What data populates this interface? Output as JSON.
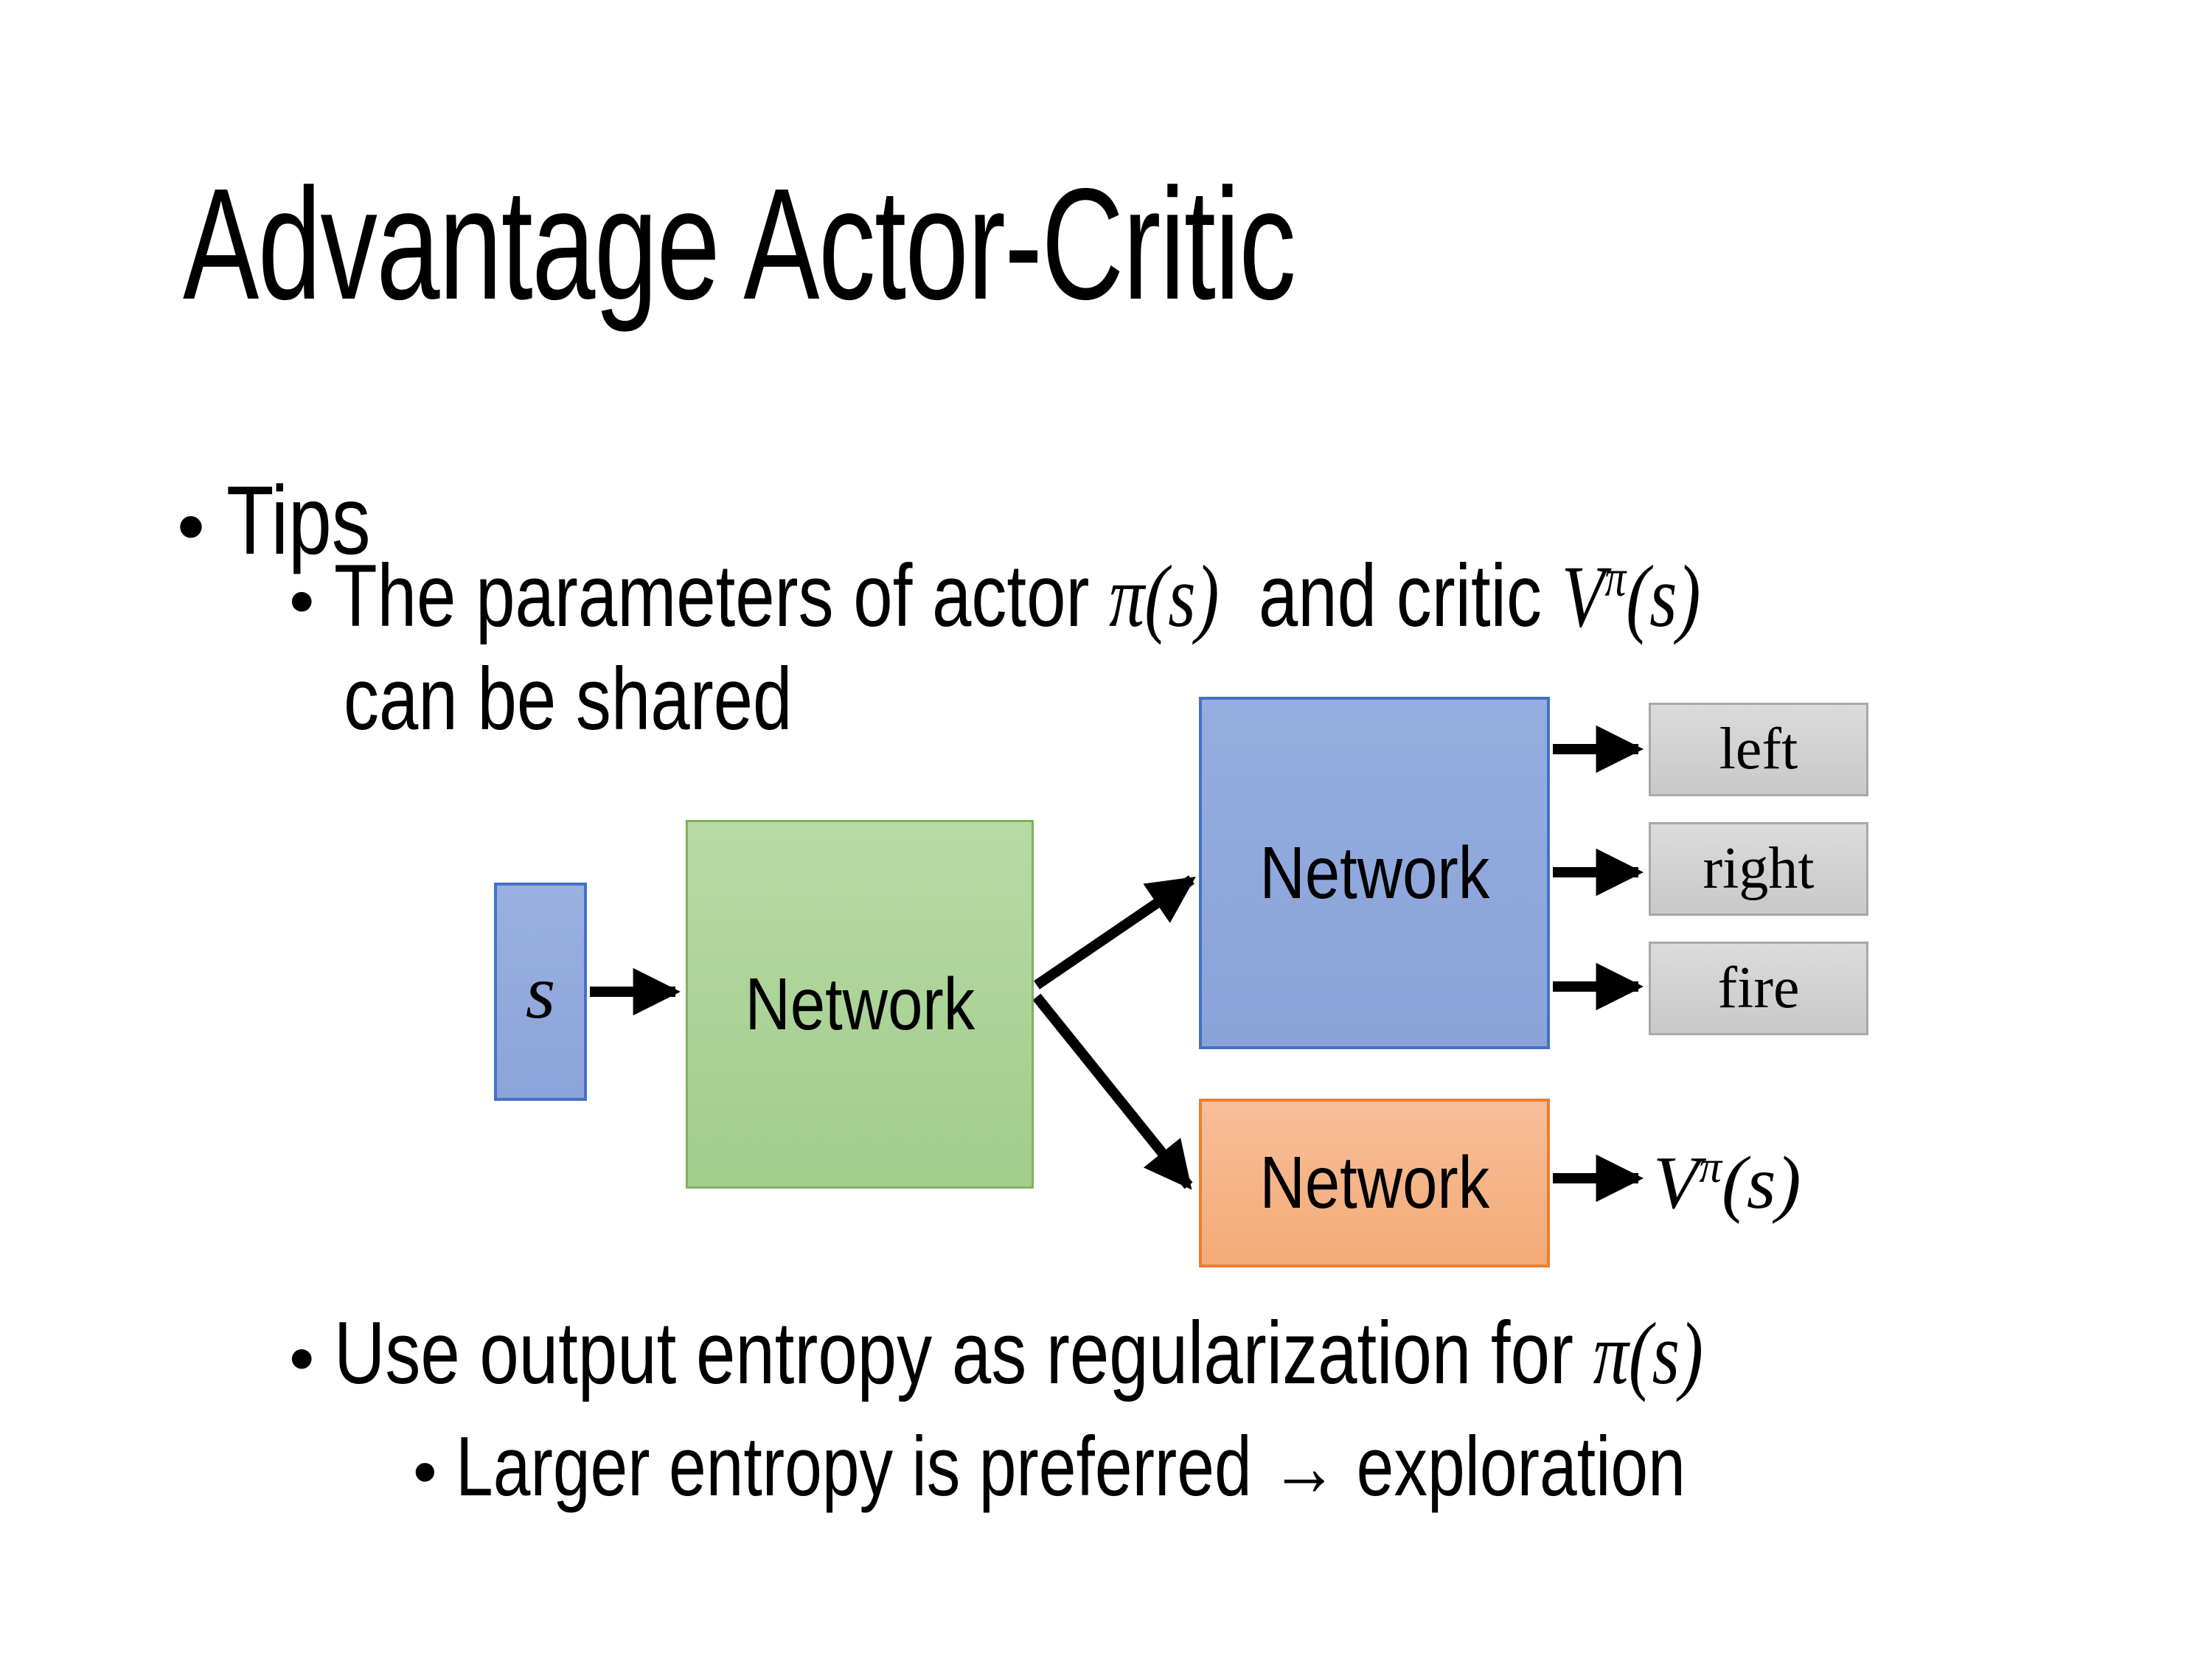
{
  "slide": {
    "title": "Advantage Actor-Critic",
    "bullet_char": "•",
    "bullets": {
      "tips": "Tips",
      "shared_pre": "The parameters of actor ",
      "shared_math_actor": "π(s)",
      "shared_mid": "  and critic ",
      "value_base": "V",
      "value_sup": "π",
      "value_args": "(s)",
      "shared_cont": "can be shared",
      "entropy_pre": "Use output entropy as regularization for ",
      "entropy_math": "π(s)",
      "exploration": "Larger entropy is preferred → exploration"
    },
    "diagram": {
      "state_label": "s",
      "shared_network_label": "Network",
      "actor_network_label": "Network",
      "critic_network_label": "Network",
      "actions": [
        "left",
        "right",
        "fire"
      ],
      "value_base": "V",
      "value_sup": "π",
      "value_args": "(s)",
      "colors": {
        "state_fill": "#8FAADC",
        "state_border": "#4472C4",
        "shared_fill": "#A9D18E",
        "shared_border": "#7FB25A",
        "actor_fill": "#8FAADC",
        "actor_border": "#4472C4",
        "critic_fill": "#F4B183",
        "critic_border": "#ED7D31",
        "action_fill": "#D2D2D2",
        "action_border": "#A8A8A8",
        "arrow": "#000000"
      }
    }
  }
}
